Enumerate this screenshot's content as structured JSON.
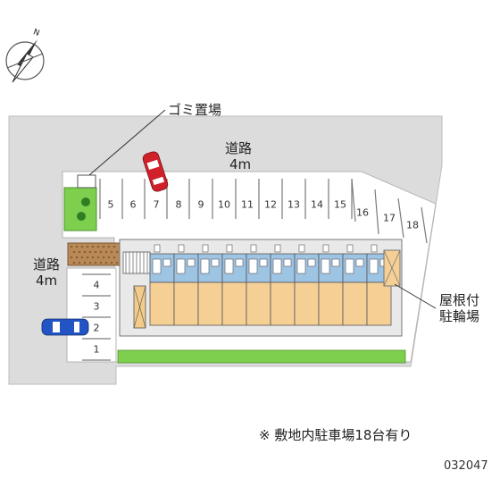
{
  "labels": {
    "road_top_name": "道路",
    "road_top_width": "4m",
    "road_left_name": "道路",
    "road_left_width": "4m",
    "garbage": "ゴミ置場",
    "bike_line1": "屋根付",
    "bike_line2": "駐輪場",
    "note": "※ 敷地内駐車場18台有り",
    "code": "032047"
  },
  "top_spaces": [
    "5",
    "6",
    "7",
    "8",
    "9",
    "10",
    "11",
    "12",
    "13",
    "14",
    "15",
    "16",
    "17",
    "18"
  ],
  "left_spaces": [
    "4",
    "3",
    "2",
    "1"
  ],
  "compass": {
    "north_label": "N"
  },
  "colors": {
    "road": "#dcdcdc",
    "building_blue": "#9ec4e4",
    "unit_orange": "#f6cf95",
    "green": "#7fcf4e",
    "car_red": "#d0212b",
    "car_blue": "#2254c4"
  }
}
